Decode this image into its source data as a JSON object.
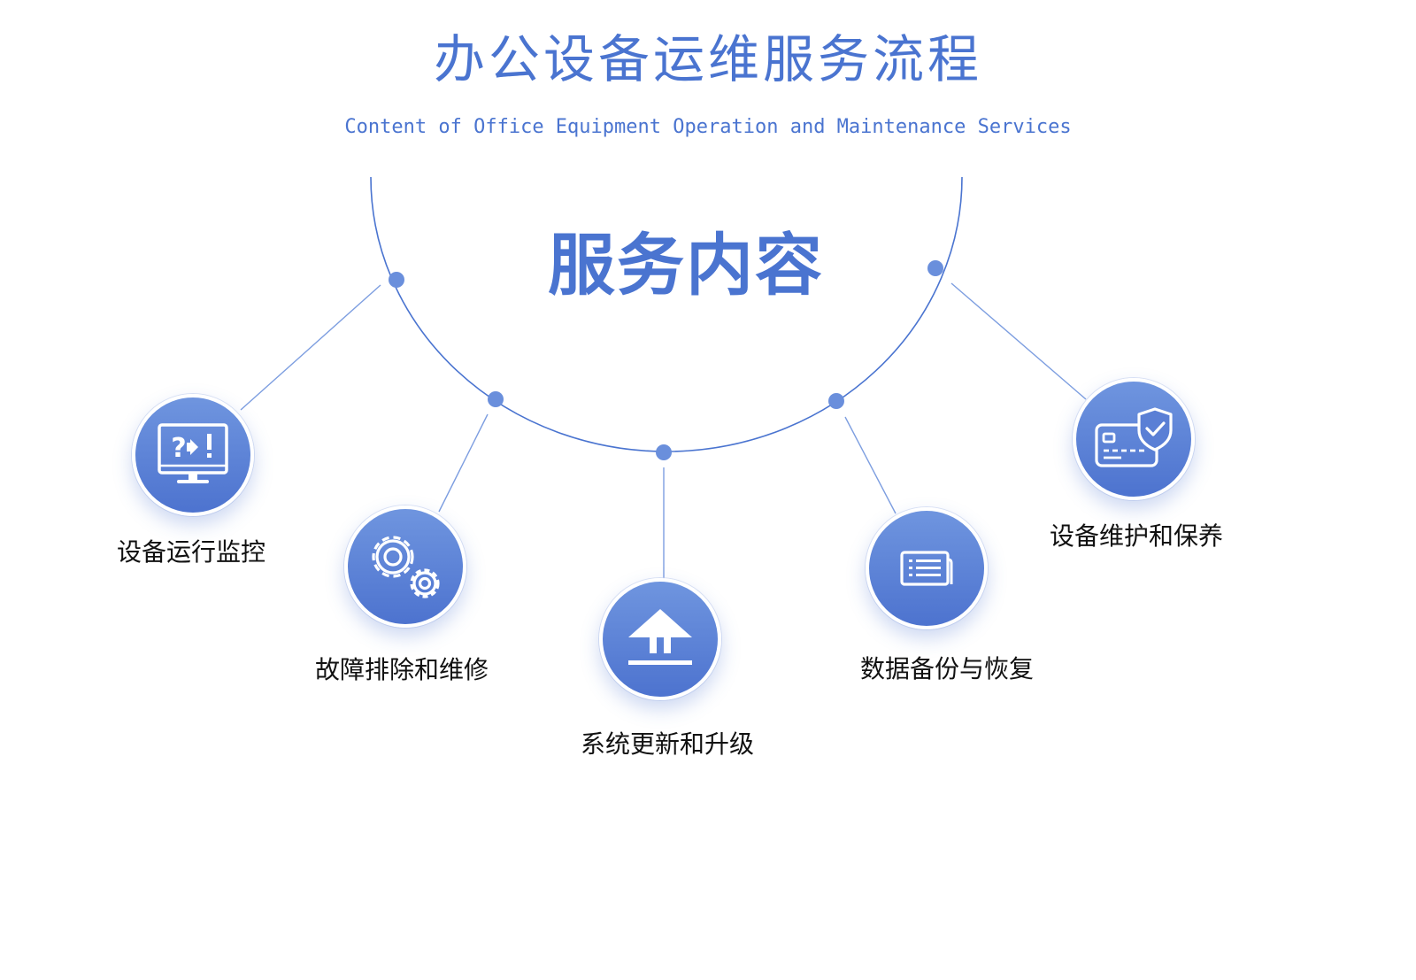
{
  "title": "办公设备运维服务流程",
  "subtitle": "Content of Office Equipment Operation and Maintenance Services",
  "center_label": "服务内容",
  "colors": {
    "accent": "#4a74d0",
    "node_top": "#6f95df",
    "node_bottom": "#4d73cf",
    "label": "#111111"
  },
  "services": [
    {
      "label": "设备运行监控",
      "icon": "monitor-alert-icon"
    },
    {
      "label": "故障排除和维修",
      "icon": "gears-icon"
    },
    {
      "label": "系统更新和升级",
      "icon": "upload-arrow-icon"
    },
    {
      "label": "数据备份与恢复",
      "icon": "document-list-icon"
    },
    {
      "label": "设备维护和保养",
      "icon": "card-shield-icon"
    }
  ]
}
